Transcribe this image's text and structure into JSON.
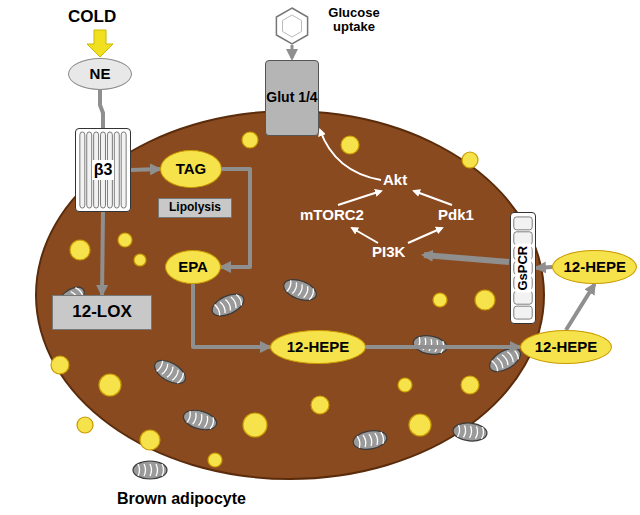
{
  "diagram": {
    "nodes": [
      {
        "text": [
          "Brown adipocyte"
        ]
      },
      {
        "text": [
          "NE"
        ]
      },
      {
        "text": [
          "β3"
        ]
      },
      {
        "text": [
          "TAG"
        ],
        "in": 0
      },
      {
        "text": [
          "Lipolysis"
        ],
        "in": 0
      },
      {
        "text": [
          "EPA"
        ],
        "in": 0
      },
      {
        "text": [
          "12-LOX"
        ],
        "in": 0
      },
      {
        "text": [
          "12-HEPE"
        ],
        "in": 0
      },
      {
        "text": [
          "Glut 1/4"
        ]
      },
      {
        "text": [
          "GsPCR"
        ]
      },
      {
        "text": [
          "12-HEPE"
        ]
      },
      {
        "text": [
          "12-HEPE"
        ]
      }
    ],
    "edges": [
      {
        "from": 1,
        "to": 2,
        "arrow": "none"
      },
      {
        "from": 2,
        "to": 3,
        "arrow": "to"
      },
      {
        "from": 2,
        "to": 6,
        "arrow": "to"
      },
      {
        "from": 3,
        "to": 5,
        "arrow": "to"
      },
      {
        "from": 5,
        "to": 7,
        "arrow": "to"
      },
      {
        "from": 7,
        "to": 10,
        "arrow": "to"
      },
      {
        "from": 10,
        "to": 11,
        "arrow": "to"
      },
      {
        "from": 11,
        "to": 9,
        "arrow": "to"
      }
    ],
    "labels": [
      "COLD",
      "Glucose uptake",
      "Akt",
      "mTORC2",
      "Pdk1",
      "PI3K"
    ]
  }
}
